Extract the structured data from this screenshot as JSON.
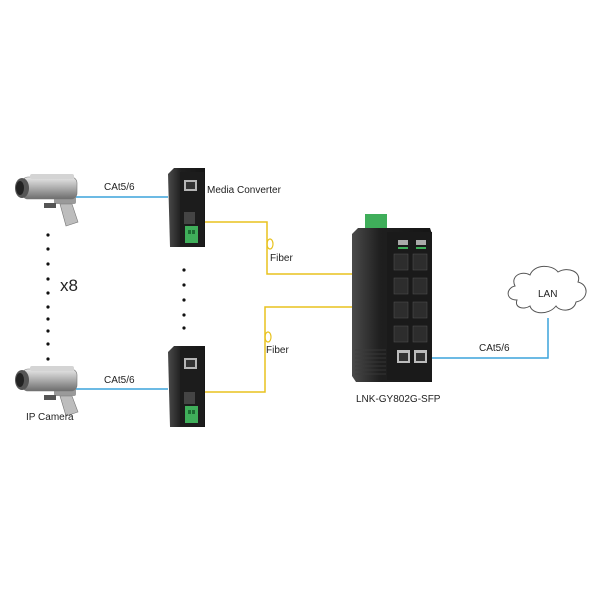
{
  "labels": {
    "cable_top": "CAt5/6",
    "cable_bottom": "CAt5/6",
    "cable_lan": "CAt5/6",
    "media_converter": "Media Converter",
    "fiber_top": "Fiber",
    "fiber_bottom": "Fiber",
    "multiplier": "x8",
    "ip_camera": "IP Camera",
    "switch_model": "LNK-GY802G-SFP",
    "lan": "LAN"
  },
  "colors": {
    "copper_cable": "#3ba3dc",
    "fiber_cable": "#e8c21e",
    "device_body": "#2a2a2a",
    "terminal_green": "#3fae5a"
  }
}
